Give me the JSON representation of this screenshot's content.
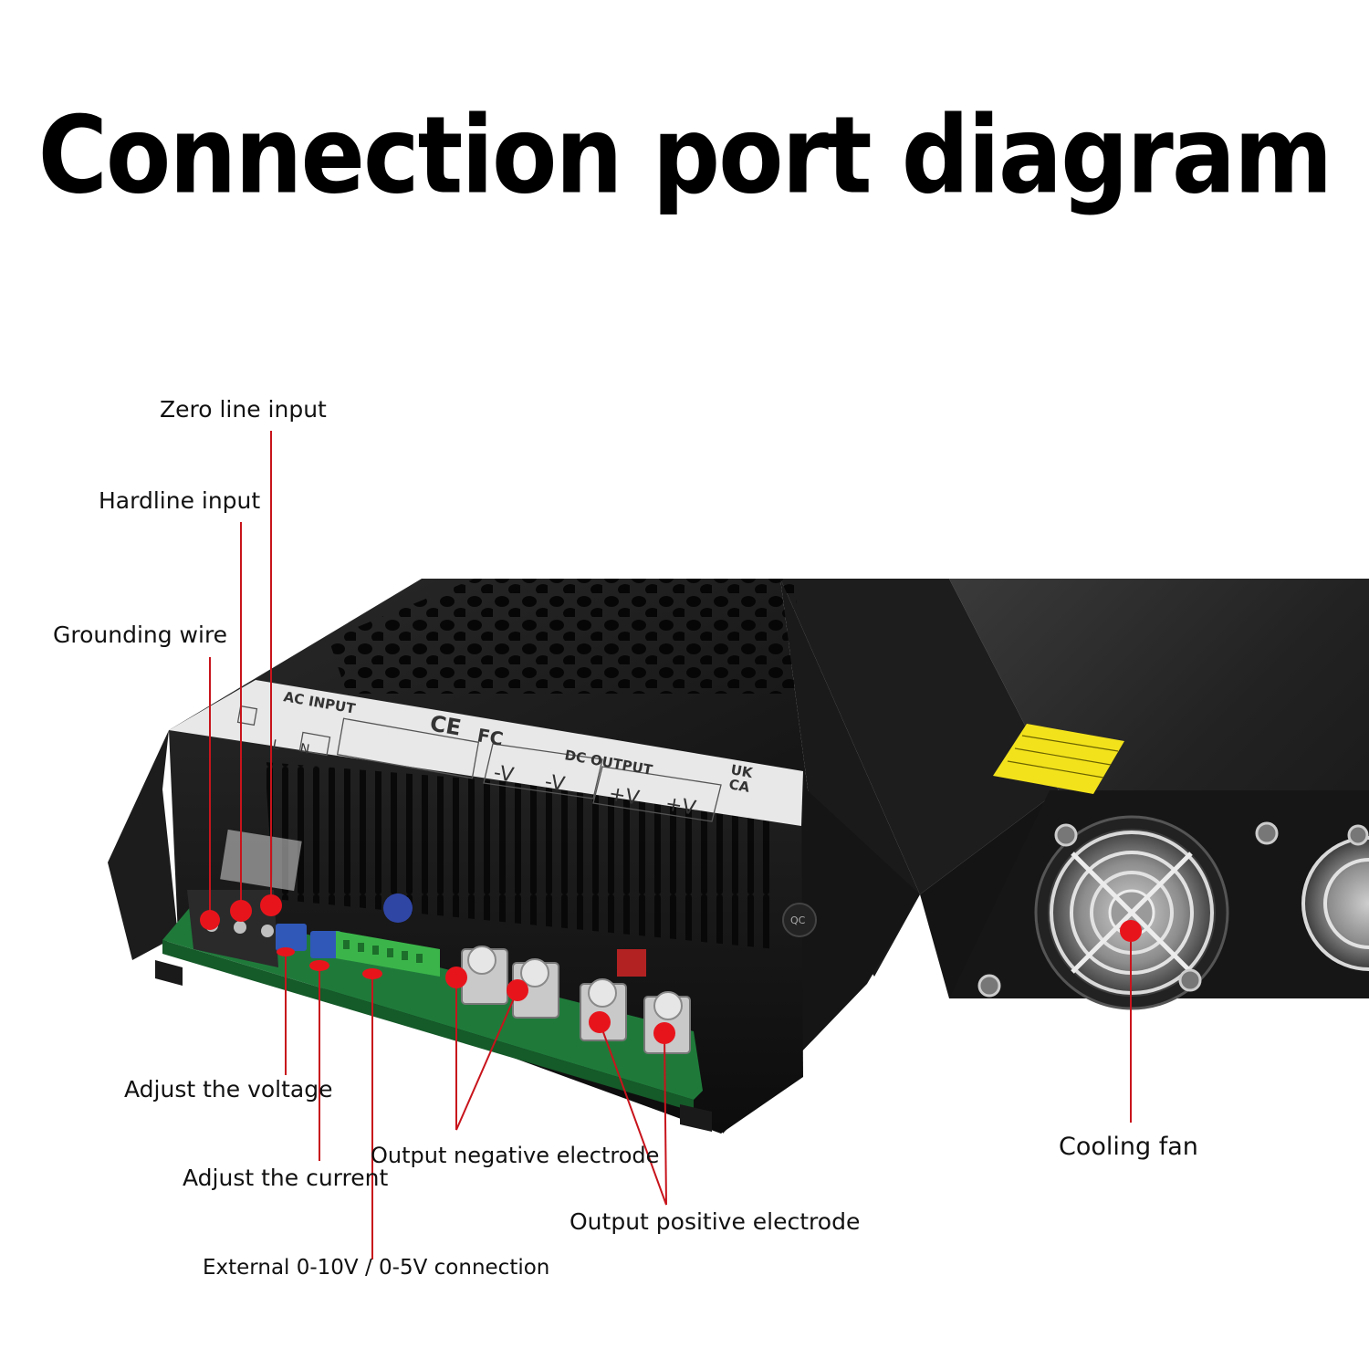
{
  "title": "Connection port diagram",
  "labels": {
    "zero_line_input": "Zero line input",
    "hardline_input": "Hardline input",
    "grounding_wire": "Grounding wire",
    "adjust_voltage": "Adjust the voltage",
    "adjust_current": "Adjust the current",
    "external_connection": "External 0-10V / 0-5V connection",
    "output_negative": "Output negative electrode",
    "output_positive": "Output positive electrode",
    "cooling_fan": "Cooling fan"
  },
  "device_print": {
    "ac_input": "AC INPUT",
    "terminal_l": "L",
    "terminal_n": "N",
    "dc_output": "DC OUTPUT",
    "neg_1": "-V",
    "neg_2": "-V",
    "pos_1": "+V",
    "pos_2": "+V",
    "ukca_1": "UK",
    "ukca_2": "CA",
    "ce_mark": "CE",
    "fc_mark": "FC",
    "qc_mark": "QC"
  },
  "colors": {
    "marker": "#e8141c",
    "leader": "#c8141c",
    "chassis": "#1b1b1b",
    "pcb": "#1f7a3a",
    "label_plate": "#e8e8e8",
    "warning_sticker": "#f2e21c"
  }
}
